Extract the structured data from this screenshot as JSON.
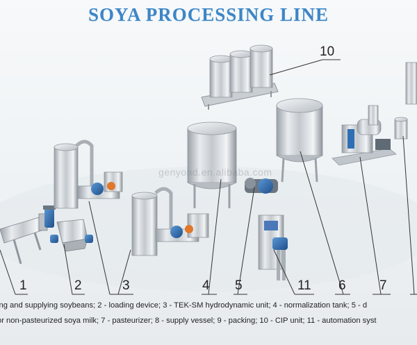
{
  "title": "SOYA PROCESSING LINE",
  "watermark": "genyond.en.alibaba.com",
  "labels": [
    "1",
    "2",
    "3",
    "4",
    "5",
    "11",
    "6",
    "7",
    "10"
  ],
  "caption": {
    "line1": "ing and supplying soybeans; 2 - loading device; 3 - TEK-SM hydrodynamic unit; 4 - normalization tank; 5 - d",
    "line2": "or non-pasteurized soya milk; 7 - pasteurizer; 8 - supply vessel; 9 - packing; 10 - CIP unit; 11 - automation syst"
  },
  "colors": {
    "title": "#3d86c6",
    "steel": "#c9ced3",
    "motor_blue": "#2f6fb3",
    "line": "#333333"
  }
}
